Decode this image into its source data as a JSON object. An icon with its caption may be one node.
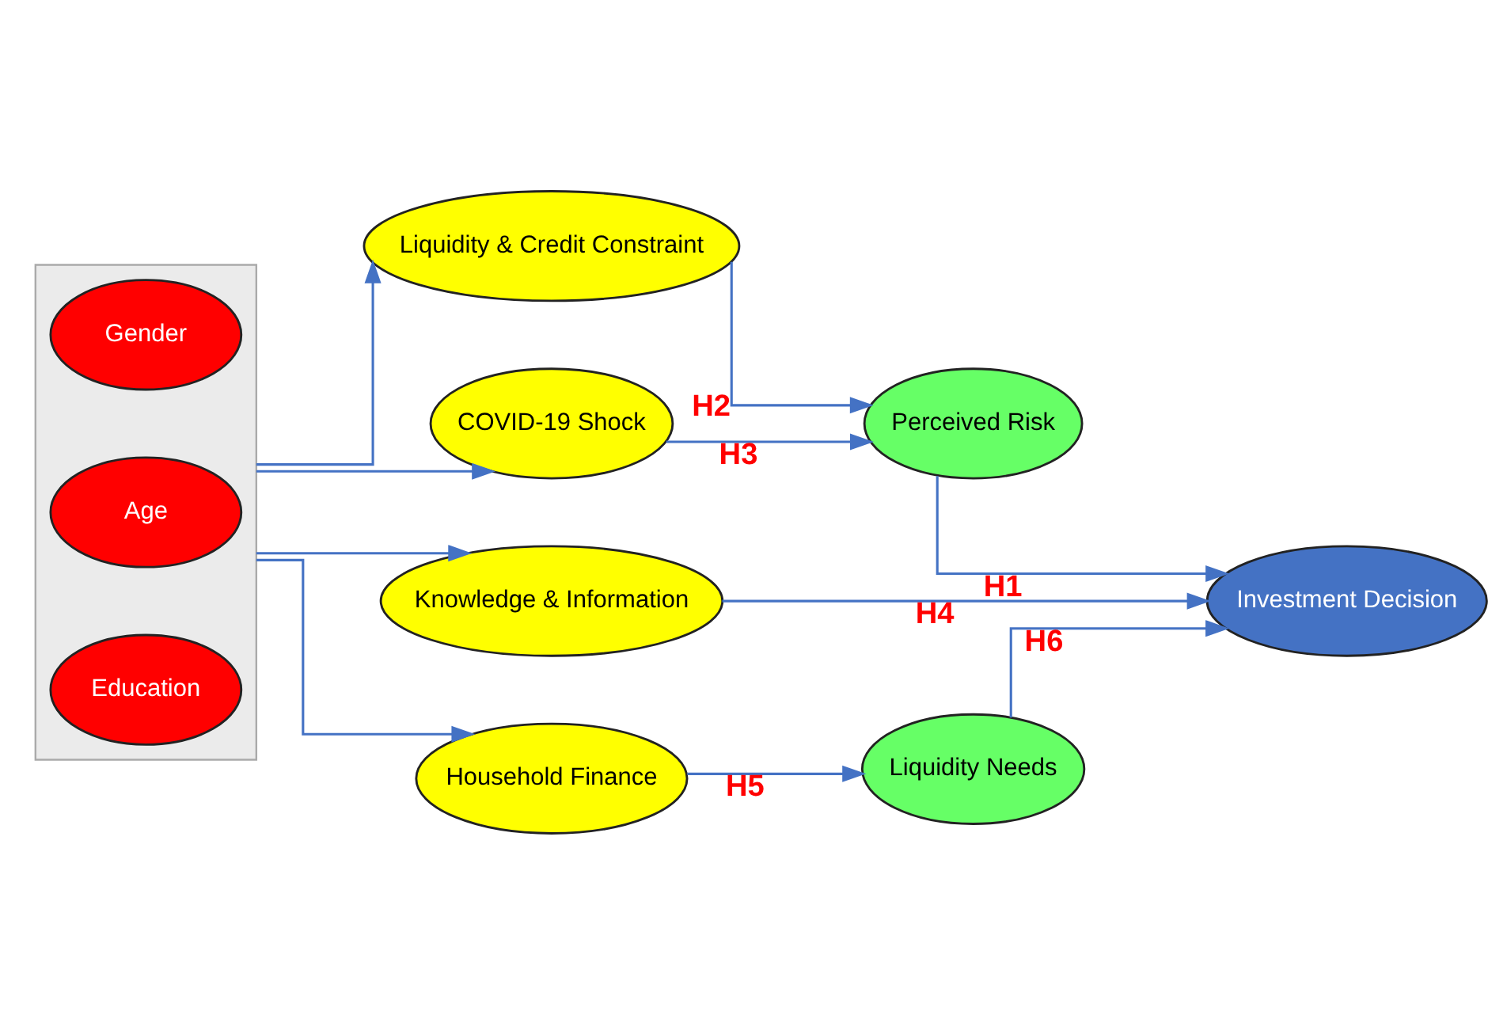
{
  "diagram": {
    "nodes": [
      {
        "text": [],
        "shape": "box"
      },
      {
        "text": [
          "Gender"
        ],
        "in": 0
      },
      {
        "text": [
          "Age"
        ],
        "in": 0
      },
      {
        "text": [
          "Education"
        ],
        "in": 0
      },
      {
        "text": [
          "Liquidity & Credit Constraint"
        ]
      },
      {
        "text": [
          "COVID-19 Shock"
        ]
      },
      {
        "text": [
          "Knowledge & Information"
        ]
      },
      {
        "text": [
          "Household Finance"
        ]
      },
      {
        "text": [
          "Perceived Risk"
        ]
      },
      {
        "text": [
          "Liquidity Needs"
        ]
      },
      {
        "text": [
          "Investment Decision"
        ]
      }
    ],
    "edges": [
      {
        "from": 0,
        "to": 4,
        "arrow": "to"
      },
      {
        "from": 0,
        "to": 5,
        "arrow": "to"
      },
      {
        "from": 0,
        "to": 6,
        "arrow": "to"
      },
      {
        "from": 0,
        "to": 7,
        "arrow": "to"
      },
      {
        "from": 4,
        "to": 8,
        "arrow": "to",
        "label": "H2"
      },
      {
        "from": 5,
        "to": 8,
        "arrow": "to",
        "label": "H3"
      },
      {
        "from": 8,
        "to": 10,
        "arrow": "to",
        "label": "H1"
      },
      {
        "from": 6,
        "to": 10,
        "arrow": "to",
        "label": "H4"
      },
      {
        "from": 7,
        "to": 9,
        "arrow": "to",
        "label": "H5"
      },
      {
        "from": 9,
        "to": 10,
        "arrow": "to",
        "label": "H6"
      }
    ]
  }
}
